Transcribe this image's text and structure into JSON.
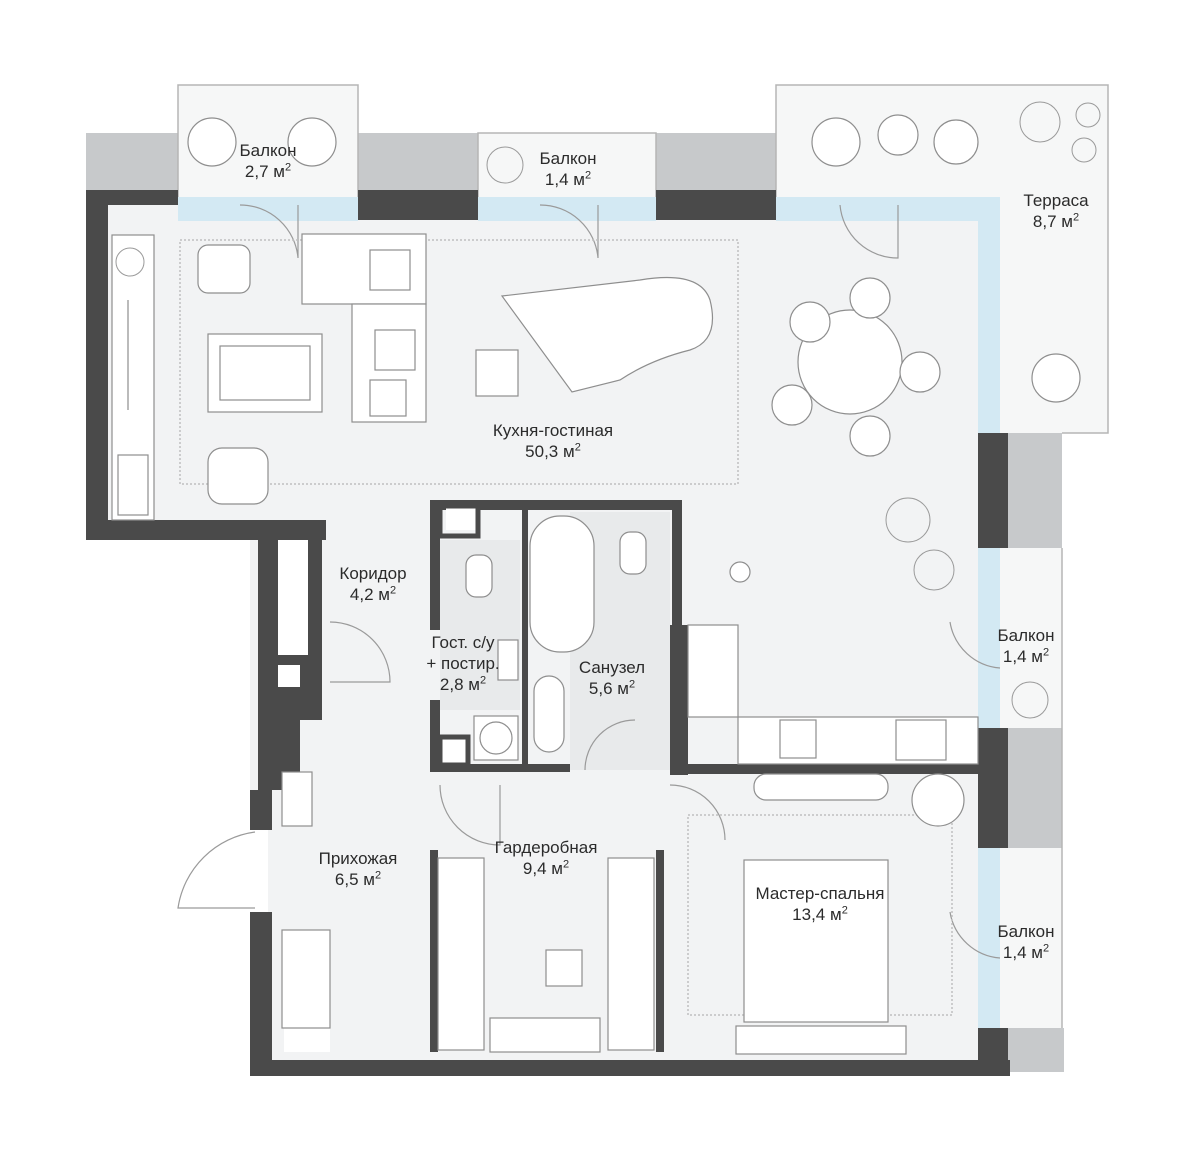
{
  "unit_suffix": "м",
  "unit_power": "2",
  "colors": {
    "wall": "#4a4a4a",
    "facade": "#c7c9cb",
    "floor_light": "#f2f3f4",
    "floor_tile": "#e8eaeb",
    "glass": "#d3e9f3",
    "line": "#9a9a9a"
  },
  "rooms": [
    {
      "id": "balcony-1",
      "name": "Балкон",
      "area": "2,7"
    },
    {
      "id": "balcony-2",
      "name": "Балкон",
      "area": "1,4"
    },
    {
      "id": "terrace",
      "name": "Терраса",
      "area": "8,7"
    },
    {
      "id": "kitchen-living",
      "name": "Кухня-гостиная",
      "area": "50,3"
    },
    {
      "id": "corridor",
      "name": "Коридор",
      "area": "4,2"
    },
    {
      "id": "guest-wc",
      "name": "Гост. с/у",
      "name2": "+ постир.",
      "area": "2,8"
    },
    {
      "id": "bathroom",
      "name": "Санузел",
      "area": "5,6"
    },
    {
      "id": "balcony-3",
      "name": "Балкон",
      "area": "1,4"
    },
    {
      "id": "hallway",
      "name": "Прихожая",
      "area": "6,5"
    },
    {
      "id": "wardrobe",
      "name": "Гардеробная",
      "area": "9,4"
    },
    {
      "id": "master-bedroom",
      "name": "Мастер-спальня",
      "area": "13,4"
    },
    {
      "id": "balcony-4",
      "name": "Балкон",
      "area": "1,4"
    }
  ]
}
